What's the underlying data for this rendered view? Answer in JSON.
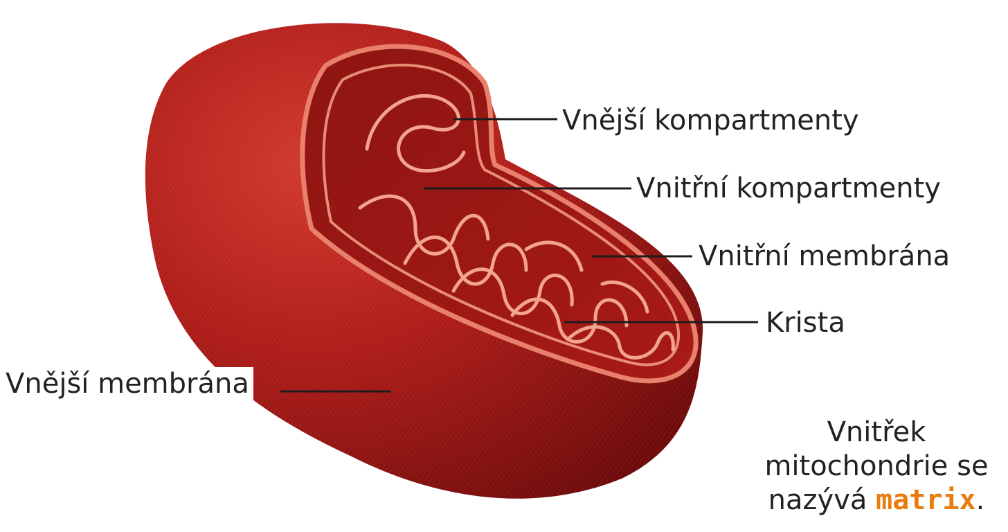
{
  "labels": {
    "outer_compartments": "Vnější kompartmenty",
    "inner_compartments": "Vnitřní kompartmenty",
    "inner_membrane": "Vnitřní membrána",
    "crista": "Krista",
    "outer_membrane": "Vnější membrána"
  },
  "caption": {
    "line1": "Vnitřek",
    "line2": "mitochondrie se",
    "line3_prefix": "nazývá ",
    "highlight": "matrix",
    "suffix": "."
  },
  "colors": {
    "body": "#b01e1a",
    "body_dark": "#7d0f0d",
    "membrane": "#e8806b",
    "highlight": "#e87d0e"
  }
}
